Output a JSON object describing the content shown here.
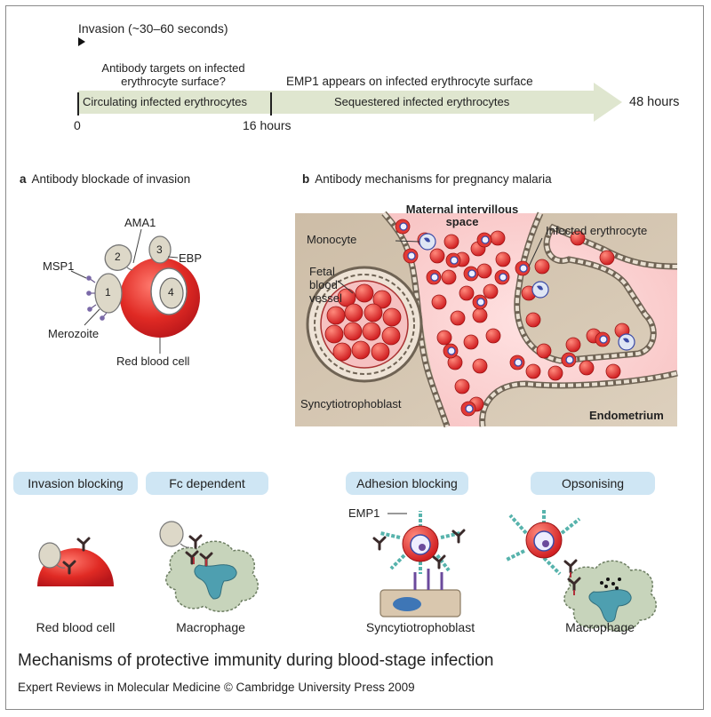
{
  "timeline": {
    "invasion_label": "Invasion (~30–60 seconds)",
    "antibody_question": [
      "Antibody targets on infected",
      "erythrocyte surface?"
    ],
    "emp1_surface": "EMP1 appears on infected erythrocyte surface",
    "circulating": "Circulating infected erythrocytes",
    "sequestered": "Sequestered infected erythrocytes",
    "end_label": "48 hours",
    "tick_0": "0",
    "tick_16": "16 hours"
  },
  "panel_a": {
    "letter": "a",
    "title": "Antibody blockade of invasion",
    "labels": {
      "ama1": "AMA1",
      "ebp": "EBP",
      "msp1": "MSP1",
      "merozoite": "Merozoite",
      "rbc": "Red blood cell",
      "n1": "1",
      "n2": "2",
      "n3": "3",
      "n4": "4"
    }
  },
  "panel_b": {
    "letter": "b",
    "title": "Antibody mechanisms for pregnancy malaria",
    "labels": {
      "maternal": [
        "Maternal intervillous",
        "space"
      ],
      "monocyte": "Monocyte",
      "infected": "Infected erythrocyte",
      "fetal": [
        "Fetal",
        "blood",
        "vessel"
      ],
      "syncytio": "Syncytiotrophoblast",
      "endometrium": "Endometrium"
    }
  },
  "mechanisms": [
    {
      "title": "Invasion blocking",
      "caption": "Red blood cell"
    },
    {
      "title": "Fc dependent",
      "caption": "Macrophage"
    },
    {
      "title": "Adhesion blocking",
      "caption": "Syncytiotrophoblast",
      "marker": "EMP1"
    },
    {
      "title": "Opsonising",
      "caption": "Macrophage"
    }
  ],
  "figure_caption": "Mechanisms of protective immunity during blood-stage infection",
  "credit": "Expert Reviews in Molecular Medicine © Cambridge University Press 2009",
  "colors": {
    "timeline_arrow": "#dfe6cf",
    "rbc": "#d62828",
    "pill": "#cfe6f4",
    "tissue": "#d6c8b4",
    "macrophage": "#c7d4bb",
    "antibody": "#3a2a2a",
    "emp1": "#57b3ac"
  }
}
